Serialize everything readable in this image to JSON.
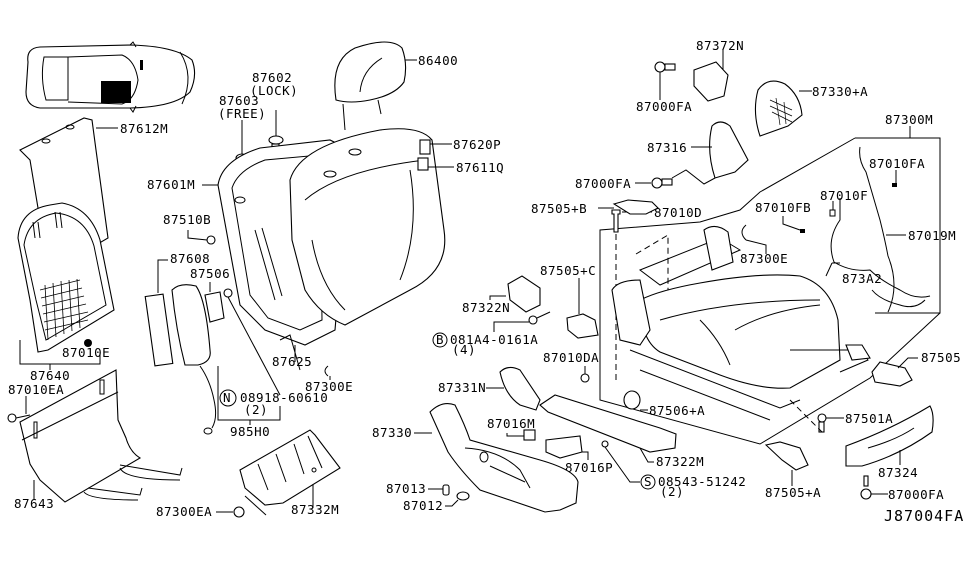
{
  "diagram": {
    "reference_code": "J87004FA",
    "labels": {
      "p87612M": "87612M",
      "p87603": "87603",
      "p87603_note": "(FREE)",
      "p87602": "87602",
      "p87602_note": "(LOCK)",
      "p86400": "86400",
      "p87620P": "87620P",
      "p87611Q": "87611Q",
      "p87601M": "87601M",
      "p87510B": "87510B",
      "p87608": "87608",
      "p87506": "87506",
      "p87640": "87640",
      "p87010E": "87010E",
      "p87010EA": "87010EA",
      "p87643": "87643",
      "p87625": "87625",
      "p87300E_left": "87300E",
      "p08918": "08918-60610",
      "p08918_qty": "(2)",
      "p08918_prefix": "N",
      "p985H0": "985H0",
      "p87300EA": "87300EA",
      "p87332M": "87332M",
      "p87372N": "87372N",
      "p87000FA_top": "87000FA",
      "p87330A": "87330+A",
      "p87300M": "87300M",
      "p87316": "87316",
      "p87000FA_mid": "87000FA",
      "p87010FA": "87010FA",
      "p87010F": "87010F",
      "p87010FB": "87010FB",
      "p87505B": "87505+B",
      "p87010D": "87010D",
      "p87300E_right": "87300E",
      "p87019M": "87019M",
      "p873A2": "873A2",
      "p87505C": "87505+C",
      "p87322N": "87322N",
      "p081A4": "081A4-0161A",
      "p081A4_qty": "(4)",
      "p081A4_prefix": "B",
      "p87010DA": "87010DA",
      "p87331N": "87331N",
      "p87016M": "87016M",
      "p87330": "87330",
      "p87013": "87013",
      "p87012": "87012",
      "p87016P": "87016P",
      "p87506A": "87506+A",
      "p87322M": "87322M",
      "p08543": "08543-51242",
      "p08543_qty": "(2)",
      "p08543_prefix": "S",
      "p87505": "87505",
      "p87501A": "87501A",
      "p87505A": "87505+A",
      "p87324": "87324",
      "p87000FA_bot": "87000FA"
    }
  }
}
